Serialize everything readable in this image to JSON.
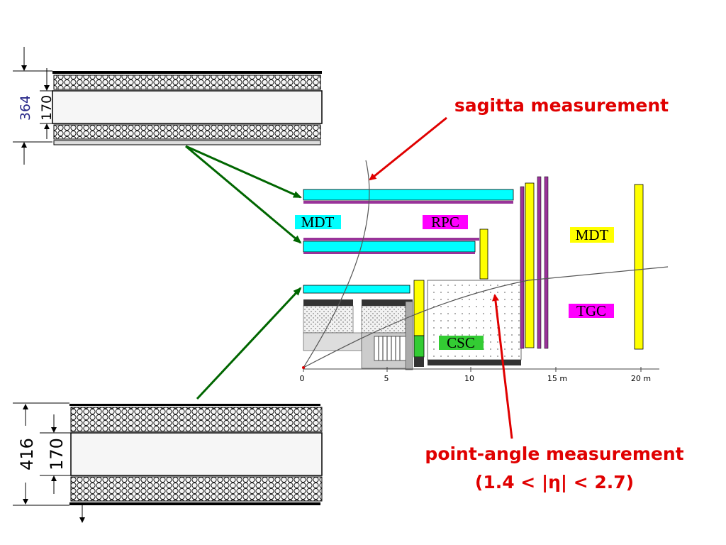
{
  "annotations": {
    "sagitta": "sagitta measurement",
    "point_angle_line1": "point-angle measurement",
    "point_angle_line2": "(1.4 < |η| < 2.7)"
  },
  "labels": {
    "mdt_left": "MDT",
    "rpc": "RPC",
    "mdt_right": "MDT",
    "tgc": "TGC",
    "csc": "CSC"
  },
  "axis_ticks": [
    "0",
    "5",
    "10",
    "15 m",
    "20 m"
  ],
  "top_chamber": {
    "total_dim": "364",
    "spacer_dim": "170"
  },
  "bottom_chamber": {
    "total_dim": "416",
    "spacer_dim": "170"
  },
  "colors": {
    "mdt": "#00ffff",
    "rpc": "#cc00cc",
    "tgc": "#ff00ff",
    "yellow": "#ffff00",
    "csc": "#33cc33",
    "annotation": "#e00000",
    "arrow_green": "#006600",
    "purple_line": "#993399"
  }
}
